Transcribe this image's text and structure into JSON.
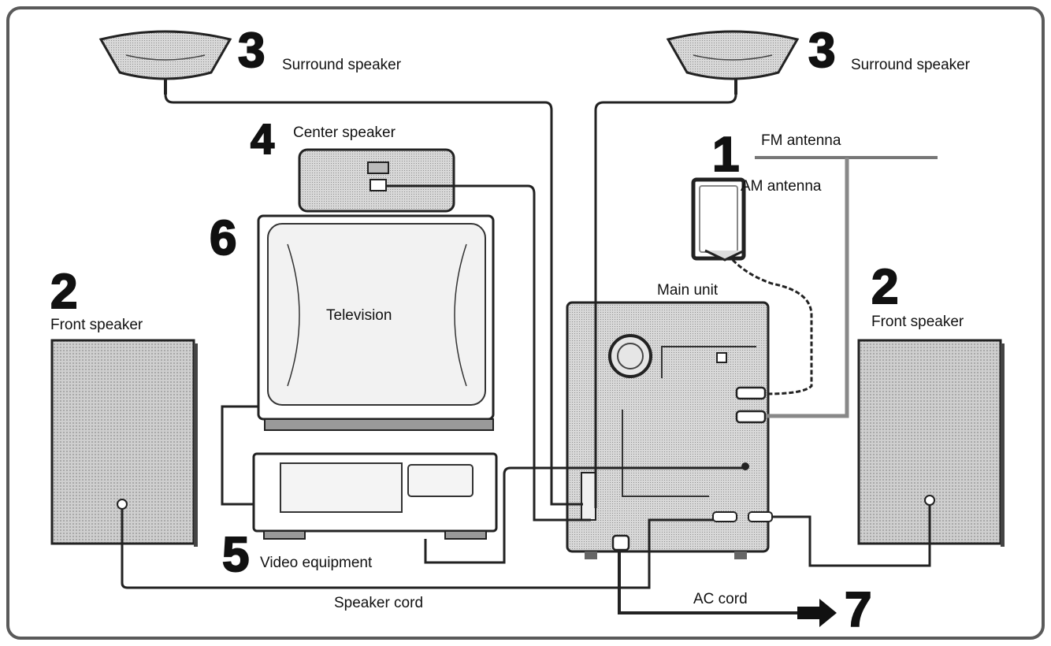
{
  "labels": {
    "surround_left": "Surround speaker",
    "surround_right": "Surround speaker",
    "center": "Center speaker",
    "fm_antenna": "FM antenna",
    "am_antenna": "AM antenna",
    "television": "Television",
    "front_left": "Front speaker",
    "front_right": "Front speaker",
    "main_unit": "Main unit",
    "video_equipment": "Video equipment",
    "speaker_cord": "Speaker cord",
    "ac_cord": "AC cord"
  },
  "numbers": {
    "surround_left": "3",
    "surround_right": "3",
    "center": "4",
    "antenna": "1",
    "television": "6",
    "front_left": "2",
    "front_right": "2",
    "video_equipment": "5",
    "ac_cord": "7"
  }
}
